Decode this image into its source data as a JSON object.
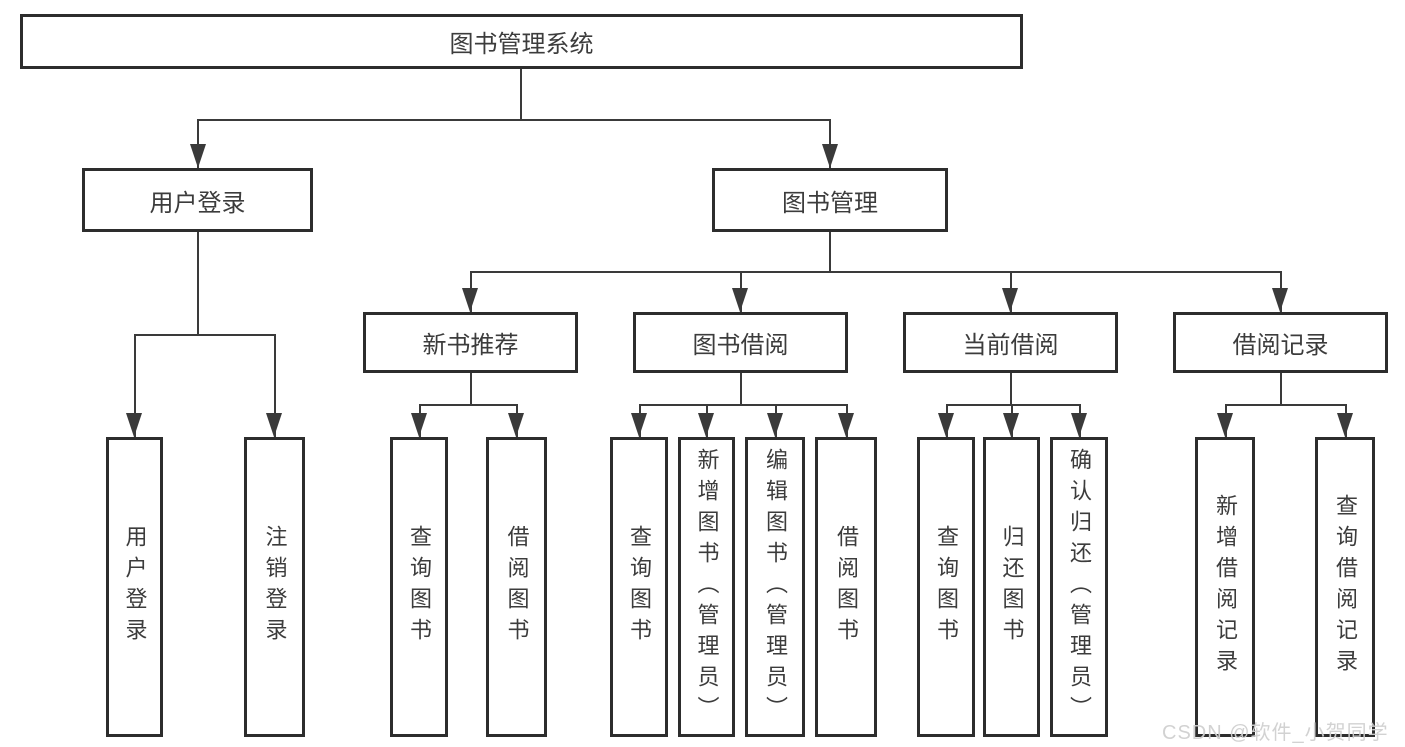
{
  "diagram": {
    "root": {
      "label": "图书管理系统"
    },
    "level2": [
      {
        "label": "用户登录"
      },
      {
        "label": "图书管理"
      }
    ],
    "level3": [
      {
        "label": "新书推荐"
      },
      {
        "label": "图书借阅"
      },
      {
        "label": "当前借阅"
      },
      {
        "label": "借阅记录"
      }
    ],
    "leaves": {
      "user_login": [
        "用户登录",
        "注销登录"
      ],
      "new_book": [
        "查询图书",
        "借阅图书"
      ],
      "book_borrow": [
        "查询图书",
        "新增图书（管理员）",
        "编辑图书（管理员）",
        "借阅图书"
      ],
      "current_borrow": [
        "查询图书",
        "归还图书",
        "确认归还（管理员）"
      ],
      "borrow_record": [
        "新增借阅记录",
        "查询借阅记录"
      ]
    }
  },
  "watermark": "CSDN @软件_小贺同学",
  "colors": {
    "line": "#3a3a3a",
    "border": "#2d2d2d",
    "text": "#3c3c3c",
    "watermark": "#d0d0d0"
  }
}
